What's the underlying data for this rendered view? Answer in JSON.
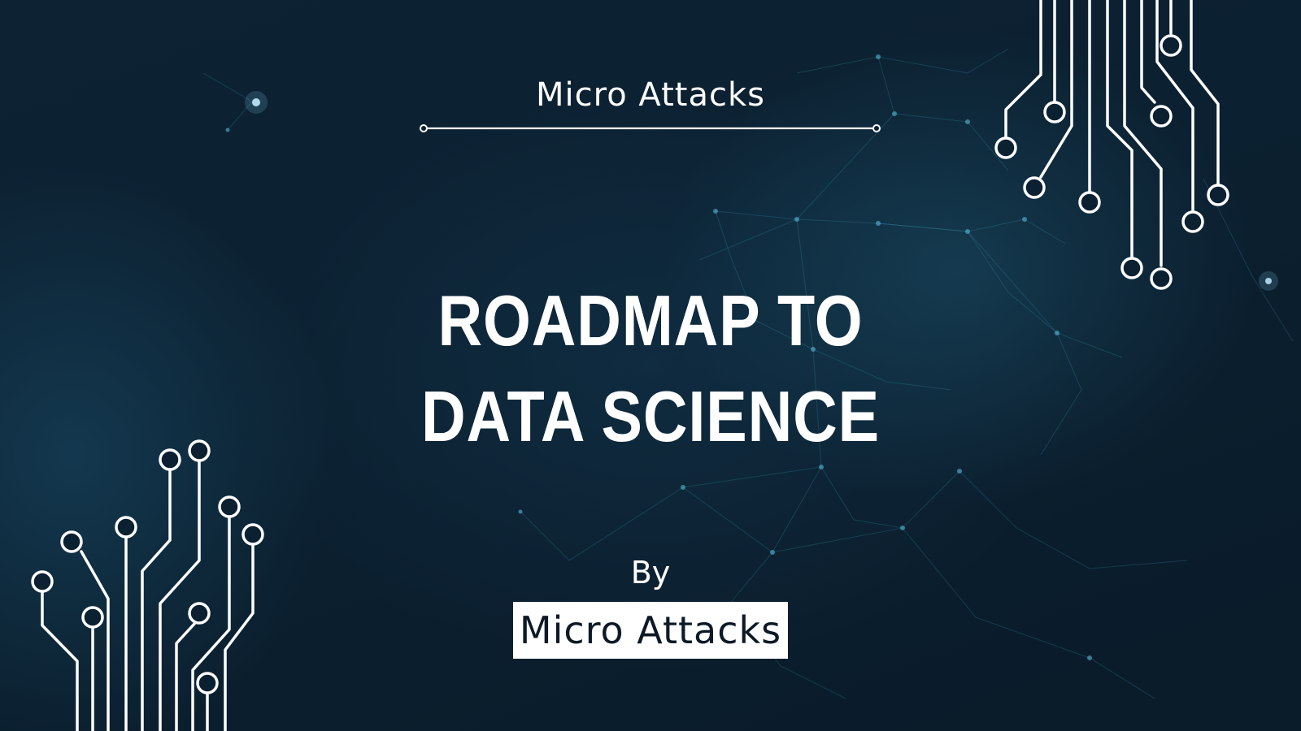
{
  "slide": {
    "top_title": "Micro Attacks",
    "headline_line1": "ROADMAP TO",
    "headline_line2": "DATA SCIENCE",
    "by_label": "By",
    "author_badge": "Micro Attacks"
  },
  "colors": {
    "background": "#0b2030",
    "text": "#ffffff",
    "badge_background": "#ffffff",
    "badge_text": "#0d1a26",
    "network_accent": "#3fa7c9"
  },
  "icons": [
    "circuit-traces-top-right",
    "circuit-traces-bottom-left",
    "network-mesh-background"
  ]
}
